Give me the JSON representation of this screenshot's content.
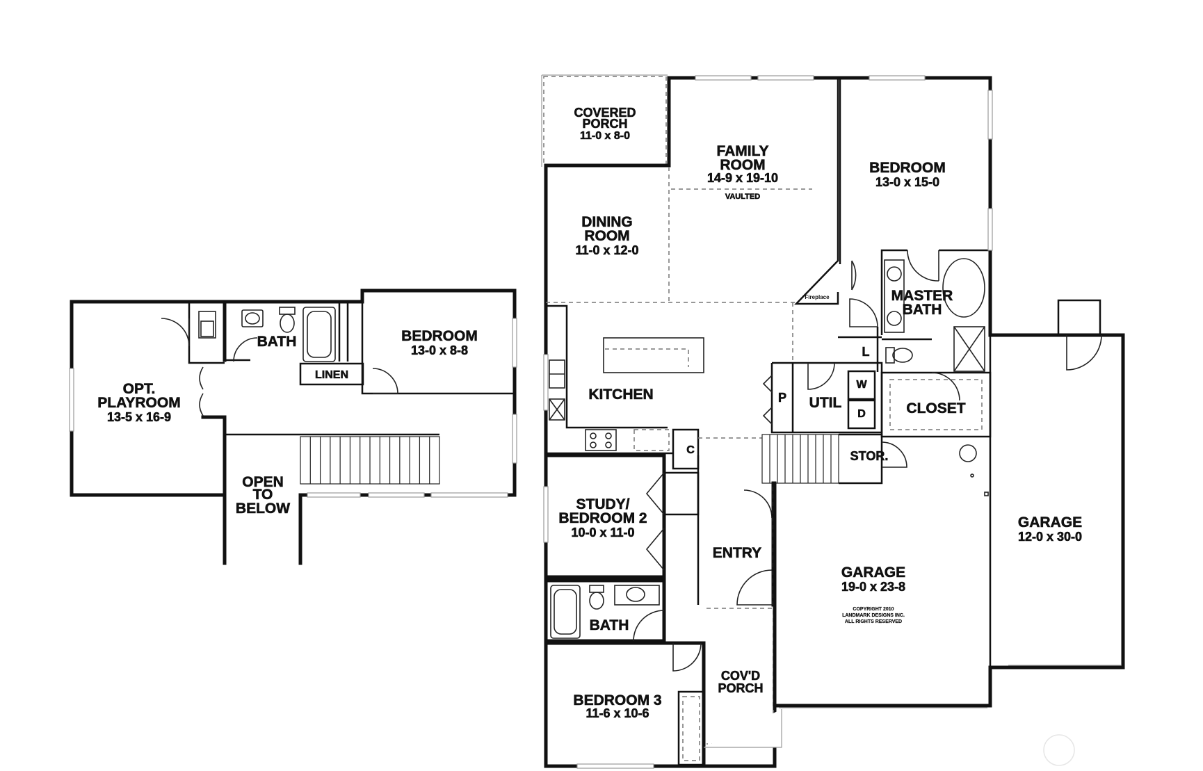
{
  "upper_floor": {
    "playroom": {
      "name_line1": "OPT.",
      "name_line2": "PLAYROOM",
      "dims": "13-5 x 16-9"
    },
    "bath": {
      "name": "BATH"
    },
    "linen": {
      "name": "LINEN"
    },
    "bedroom": {
      "name": "BEDROOM",
      "dims": "13-0 x 8-8"
    },
    "open_to_below": {
      "line1": "OPEN",
      "line2": "TO",
      "line3": "BELOW"
    }
  },
  "main_floor": {
    "covered_porch": {
      "line1": "COVERED",
      "line2": "PORCH",
      "dims": "11-0 x 8-0"
    },
    "family_room": {
      "line1": "FAMILY",
      "line2": "ROOM",
      "dims": "14-9 x 19-10",
      "note": "VAULTED"
    },
    "master_bedroom": {
      "name": "BEDROOM",
      "dims": "13-0 x 15-0"
    },
    "dining_room": {
      "line1": "DINING",
      "line2": "ROOM",
      "dims": "11-0 x 12-0"
    },
    "fireplace": {
      "name": "Fireplace"
    },
    "master_bath": {
      "line1": "MASTER",
      "line2": "BATH"
    },
    "kitchen": {
      "name": "KITCHEN"
    },
    "laundry_l": {
      "name": "L"
    },
    "pantry": {
      "name": "P"
    },
    "utility": {
      "name": "UTIL"
    },
    "washer": {
      "name": "W"
    },
    "dryer": {
      "name": "D"
    },
    "closet": {
      "name": "CLOSET"
    },
    "coat_closet": {
      "name": "C"
    },
    "storage": {
      "name": "STOR."
    },
    "study": {
      "line1": "STUDY/",
      "line2": "BEDROOM 2",
      "dims": "10-0 x 11-0"
    },
    "entry": {
      "name": "ENTRY"
    },
    "bath2": {
      "name": "BATH"
    },
    "bedroom3": {
      "name": "BEDROOM 3",
      "dims": "11-6 x 10-6"
    },
    "covd_porch": {
      "line1": "COV'D",
      "line2": "PORCH"
    },
    "garage_main": {
      "name": "GARAGE",
      "dims": "19-0 x 23-8"
    },
    "garage_side": {
      "name": "GARAGE",
      "dims": "12-0 x 30-0"
    },
    "copyright": {
      "line1": "COPYRIGHT 2010",
      "line2": "LANDMARK DESIGNS INC.",
      "line3": "ALL RIGHTS RESERVED"
    }
  }
}
